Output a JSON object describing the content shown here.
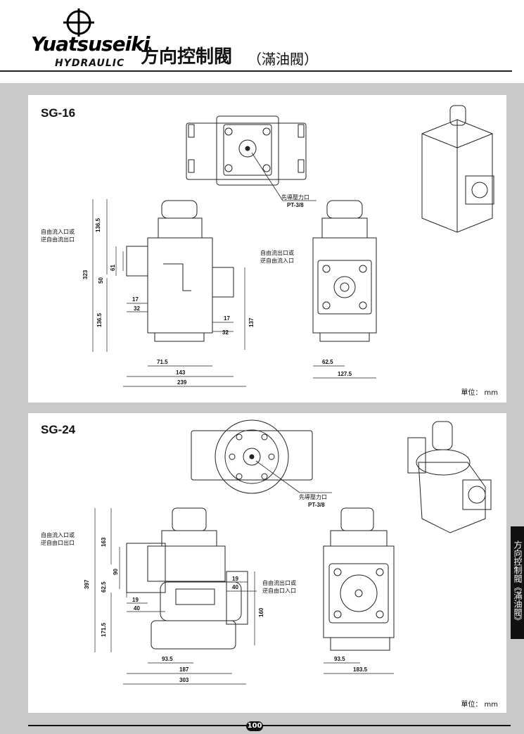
{
  "header": {
    "brand": "Yuatsuseiki",
    "brand_sub": "HYDRAULIC",
    "title": "方向控制閥",
    "title_sub": "（滿油閥）"
  },
  "side_tab": "方向控制閥《滿油閥》",
  "page_number": "100",
  "panels": [
    {
      "model": "SG-16",
      "unit": "單位： mm",
      "callouts": {
        "pilot_cn": "先導壓力口",
        "pilot_pt": "PT-3/8",
        "left_1": "自由流入口或",
        "left_2": "逆自由流出口",
        "right_1": "自由流出口或",
        "right_2": "逆自由流入口"
      },
      "dims": {
        "d136_top": "136.5",
        "d323": "323",
        "d61": "61",
        "d50": "50",
        "d17a": "17",
        "d32a": "32",
        "d136_bot": "136.5",
        "d17b": "17",
        "d32b": "32",
        "d137": "137",
        "d71": "71.5",
        "d143": "143",
        "d239": "239",
        "d62": "62.5",
        "d127": "127.5"
      }
    },
    {
      "model": "SG-24",
      "unit": "單位： mm",
      "callouts": {
        "pilot_cn": "先導壓力口",
        "pilot_pt": "PT-3/8",
        "left_1": "自由流入口或",
        "left_2": "逆自由口出口",
        "right_1": "自由流出口或",
        "right_2": "逆自由口入口"
      },
      "dims": {
        "d163": "163",
        "d397": "397",
        "d90": "90",
        "d62": "62.5",
        "d19a": "19",
        "d40a": "40",
        "d171": "171.5",
        "d19b": "19",
        "d40b": "40",
        "d160": "160",
        "d93a": "93.5",
        "d187": "187",
        "d303": "303",
        "d93b": "93.5",
        "d183": "183.5"
      }
    }
  ]
}
